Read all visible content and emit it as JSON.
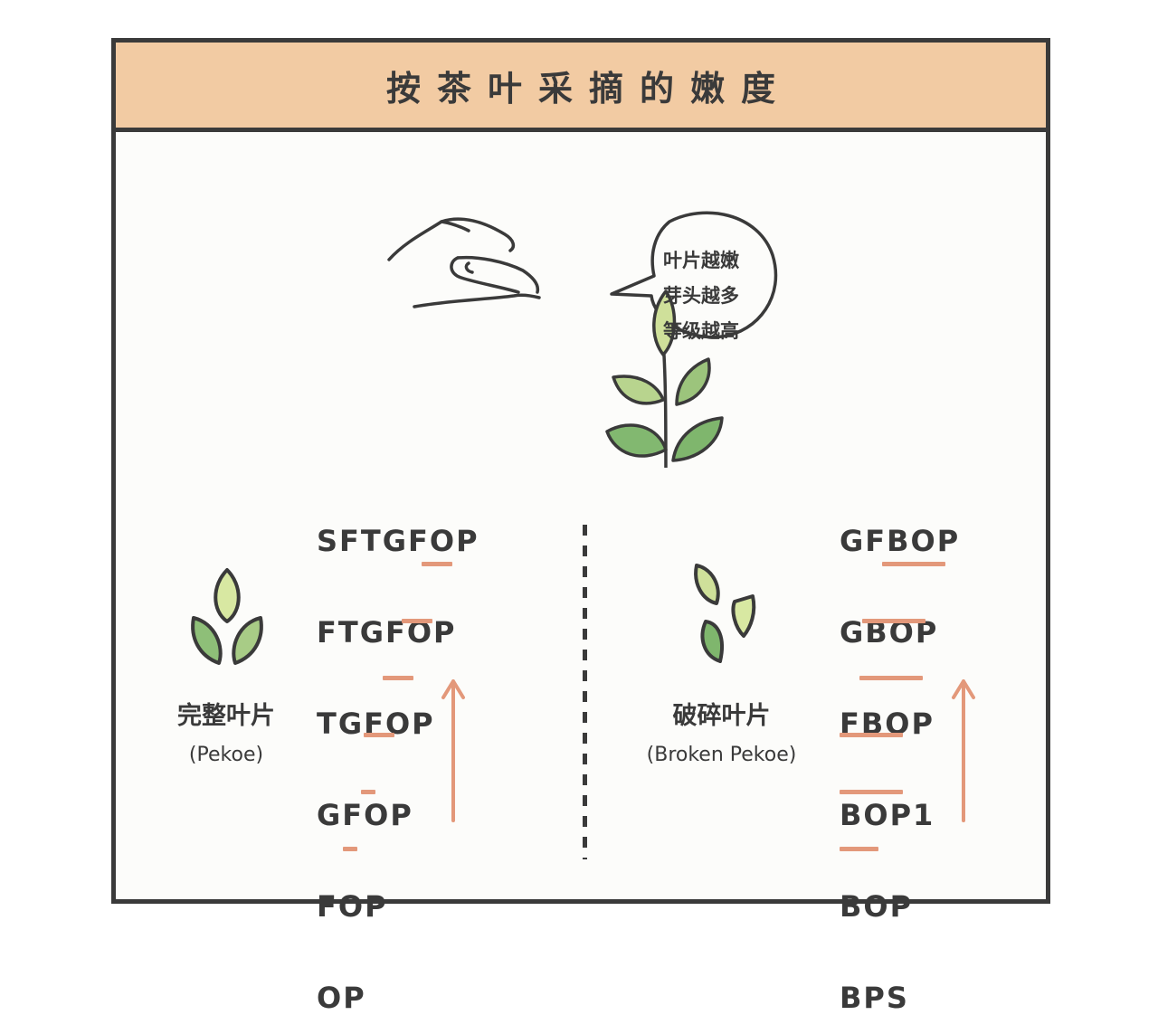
{
  "title": "按茶叶采摘的嫩度",
  "bubble": {
    "lines": [
      "叶片越嫩",
      "芽头越多",
      "等级越高"
    ]
  },
  "whole_leaf": {
    "name_cn": "完整叶片",
    "name_en": "(Pekoe)",
    "grades": [
      "SFTGFOP",
      "FTGFOP",
      "TGFOP",
      "GFOP",
      "FOP",
      "OP"
    ]
  },
  "broken_leaf": {
    "name_cn": "破碎叶片",
    "name_en": "(Broken Pekoe)",
    "grades": [
      "GFBOP",
      "GBOP",
      "FBOP",
      "BOP1",
      "BOP",
      "BPS"
    ]
  },
  "colors": {
    "header_bg": "#f2cba3",
    "outline": "#3a3a3a",
    "accent": "#e3987a",
    "leaf_light": "#cfe09a",
    "leaf_mid": "#a8cc86",
    "leaf_dark": "#76b06c"
  },
  "icons": [
    "hand-picking-sprig-icon",
    "three-leaves-icon",
    "broken-leaves-icon",
    "arrow-up-icon"
  ]
}
